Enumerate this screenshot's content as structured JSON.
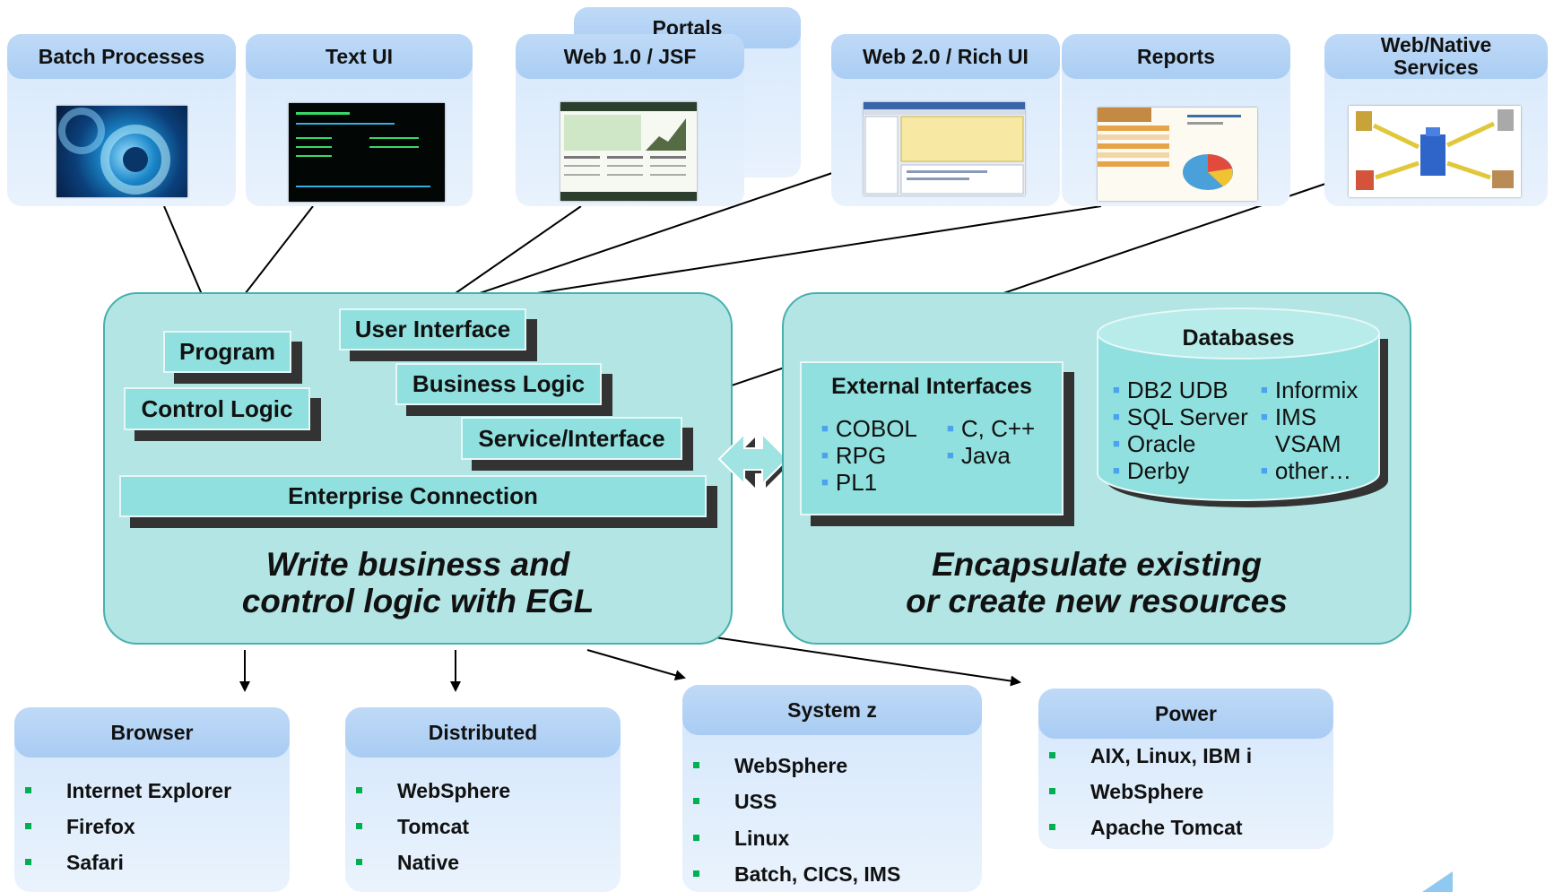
{
  "top_cards": {
    "batch": "Batch Processes",
    "textui": "Text UI",
    "portals": "Portals",
    "web1": "Web 1.0 / JSF",
    "web2": "Web 2.0 / Rich UI",
    "reports": "Reports",
    "services": "Web/Native Services"
  },
  "egl_panel": {
    "blocks": {
      "program": "Program",
      "control_logic": "Control Logic",
      "user_interface": "User Interface",
      "business_logic": "Business Logic",
      "service_interface": "Service/Interface",
      "enterprise_connection": "Enterprise Connection"
    },
    "slogan_line1": "Write business and",
    "slogan_line2": "control logic with EGL"
  },
  "resource_panel": {
    "external_interfaces": {
      "title": "External Interfaces",
      "items": [
        "COBOL",
        "RPG",
        "PL1",
        "C, C++",
        "Java"
      ]
    },
    "databases": {
      "title": "Databases",
      "items": [
        "DB2 UDB",
        "SQL Server",
        "Oracle",
        "Derby",
        "Informix",
        "IMS",
        "VSAM",
        "other…"
      ]
    },
    "slogan_line1": "Encapsulate existing",
    "slogan_line2": "or create new resources"
  },
  "targets": {
    "browser": {
      "title": "Browser",
      "items": [
        "Internet Explorer",
        "Firefox",
        "Safari"
      ]
    },
    "distributed": {
      "title": "Distributed",
      "items": [
        "WebSphere",
        "Tomcat",
        "Native"
      ]
    },
    "systemz": {
      "title": "System z",
      "items": [
        "WebSphere",
        "USS",
        "Linux",
        "Batch, CICS, IMS"
      ]
    },
    "power": {
      "title": "Power",
      "items": [
        "AIX, Linux, IBM i",
        "WebSphere",
        "Apache Tomcat"
      ]
    }
  },
  "colors": {
    "panel_fill": "#b2e5e4",
    "block_fill": "#8fe0de",
    "card_fill": "#d6e8fb",
    "bullet": "#49a3ee",
    "target_bullet": "#00b050"
  },
  "icons": [
    "gears-image",
    "terminal-screenshot",
    "web-page-screenshot",
    "rich-ui-screenshot",
    "report-screenshot",
    "services-network-image",
    "bidirectional-arrow-icon"
  ]
}
